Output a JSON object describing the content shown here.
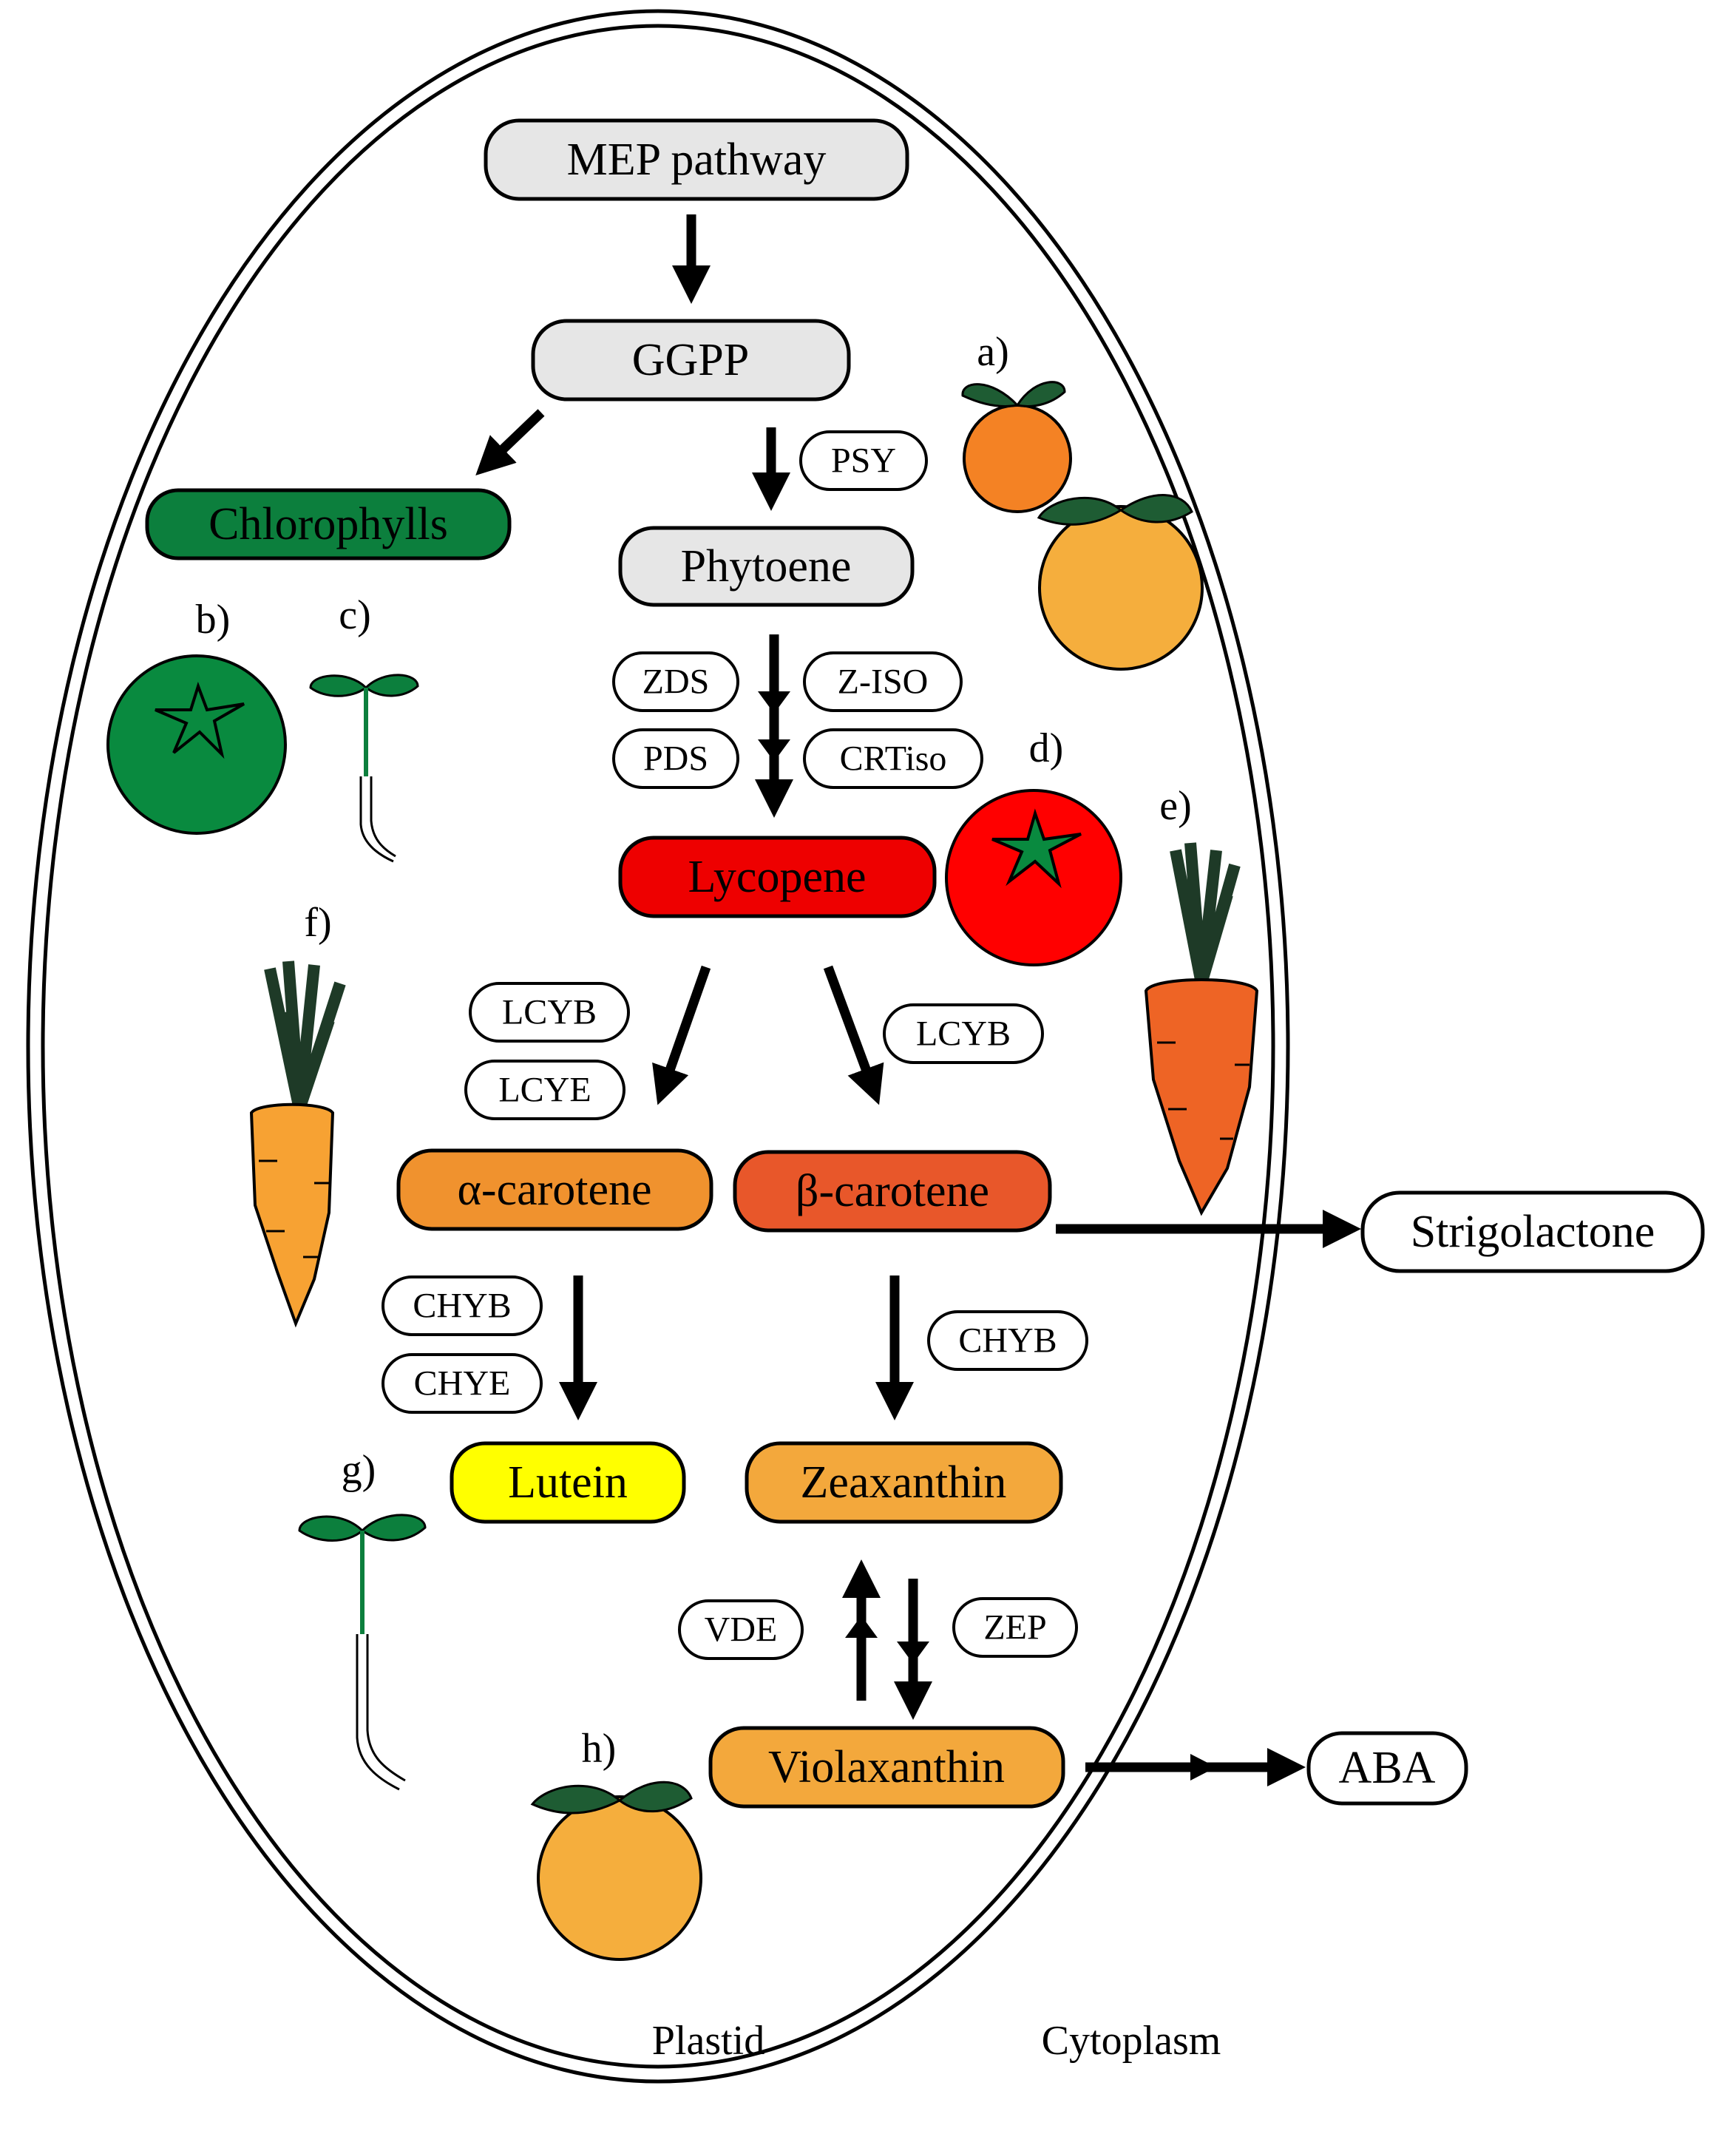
{
  "nodes": {
    "mep": "MEP pathway",
    "ggpp": "GGPP",
    "chlorophylls": "Chlorophylls",
    "phytoene": "Phytoene",
    "lycopene": "Lycopene",
    "alpha_carotene": "α-carotene",
    "beta_carotene": "β-carotene",
    "strigolactone": "Strigolactone",
    "lutein": "Lutein",
    "zeaxanthin": "Zeaxanthin",
    "violaxanthin": "Violaxanthin",
    "aba": "ABA"
  },
  "enzymes": {
    "psy": "PSY",
    "zds": "ZDS",
    "z_iso": "Z-ISO",
    "pds": "PDS",
    "crtiso": "CRTiso",
    "lcyb_left": "LCYB",
    "lcye": "LCYE",
    "lcyb_right": "LCYB",
    "chyb_left": "CHYB",
    "chye": "CHYE",
    "chyb_right": "CHYB",
    "vde": "VDE",
    "zep": "ZEP"
  },
  "labels": {
    "a": "a)",
    "b": "b)",
    "c": "c)",
    "d": "d)",
    "e": "e)",
    "f": "f)",
    "g": "g)",
    "h": "h)",
    "plastid": "Plastid",
    "cytoplasm": "Cytoplasm"
  },
  "colors": {
    "gray_node": "#e6e6e6",
    "chlorophyll_green": "#0c7f3d",
    "lycopene_red": "#ee0000",
    "alpha_orange": "#f0922e",
    "beta_orange": "#e8572a",
    "lutein_yellow": "#ffff00",
    "xanthophyll_orange": "#f3a83c",
    "tomato_green": "#098a3f",
    "tomato_red": "#ff0000",
    "tangerine": "#f48224",
    "orange_fruit": "#f5ae3d",
    "carrot_orange": "#f7a233",
    "carrot_dark": "#ee6425",
    "leaf_green": "#1e5c33",
    "carrot_leaf": "#1e3a27"
  }
}
